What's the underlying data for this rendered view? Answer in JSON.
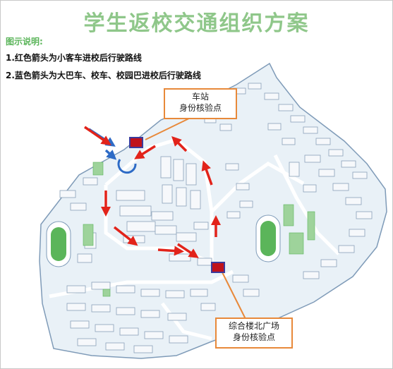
{
  "title": "学生返校交通组织方案",
  "legend": {
    "heading": "图示说明:",
    "items": [
      "1.红色箭头为小客车进校后行驶路线",
      "2.蓝色箭头为大巴车、校车、校园巴进校后行驶路线"
    ]
  },
  "callouts": {
    "station": {
      "line1": "车站",
      "line2": "身份核验点"
    },
    "plaza": {
      "line1": "综合楼北广场",
      "line2": "身份核验点"
    }
  },
  "colors": {
    "title": "#8fc78a",
    "legend_heading": "#5bb55a",
    "red_arrow": "#e2231a",
    "blue_arrow": "#2e6bc6",
    "callout_border": "#e8893a",
    "checkpoint_fill": "#c0121b",
    "checkpoint_border": "#3b3b9c",
    "campus_fill": "#e9f1f7",
    "building_fill": "#f6f8fb",
    "field_green": "#5bb55a"
  },
  "icons": {
    "checkpoint": "checkpoint-marker-icon",
    "roundabout": "roundabout-icon"
  }
}
